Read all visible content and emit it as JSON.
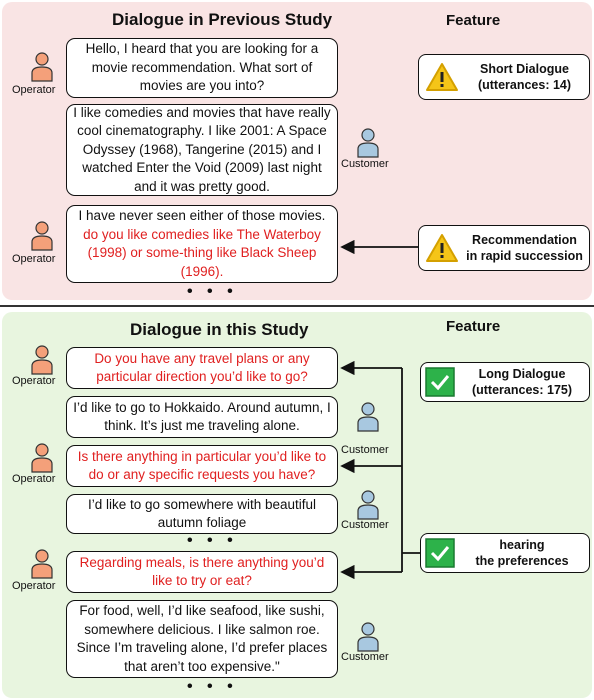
{
  "top": {
    "title": "Dialogue in Previous Study",
    "feature_title": "Feature",
    "bubbles": [
      {
        "text": "Hello, I heard that you are looking for a movie recommendation. What sort of movies are you into?"
      },
      {
        "text": "I like comedies and movies that have really cool cinematography. I like 2001: A Space Odyssey (1968), Tangerine (2015) and I watched Enter the Void (2009) last night and it was pretty good."
      },
      {
        "black": "I have never seen either of those movies.",
        "red": "do you like comedies like The Waterboy (1998) or some-thing like Black Sheep (1996)."
      }
    ],
    "features": [
      {
        "line1": "Short Dialogue",
        "line2": "(utterances: 14)",
        "icon": "warning-icon"
      },
      {
        "line1": "Recommendation",
        "line2": "in rapid succession",
        "icon": "warning-icon"
      }
    ],
    "dots": "• • •"
  },
  "bottom": {
    "title": "Dialogue in this Study",
    "feature_title": "Feature",
    "bubbles": [
      {
        "text": "Do you have any travel plans or any particular direction you’d like to go?"
      },
      {
        "text": "I’d like to go to Hokkaido. Around autumn, I think. It’s just me traveling alone."
      },
      {
        "text": "Is there anything in particular you’d like to do or any specific requests you have?"
      },
      {
        "text": "I’d like to go somewhere with beautiful autumn foliage"
      },
      {
        "text": "Regarding meals, is there anything you’d like to try or eat?"
      },
      {
        "text": "For food, well, I’d like seafood, like sushi, somewhere delicious. I like salmon roe. Since I’m traveling alone, I’d prefer places that aren’t too expensive.\""
      }
    ],
    "features": [
      {
        "line1": "Long Dialogue",
        "line2": "(utterances: 175)",
        "icon": "checkmark-icon"
      },
      {
        "line1": "hearing",
        "line2": "the preferences",
        "icon": "checkmark-icon"
      }
    ],
    "dots": "• • •"
  },
  "labels": {
    "operator": "Operator",
    "customer": "Customer"
  },
  "colors": {
    "operator": "#f4a07a",
    "customer": "#a8c8e0",
    "warning": "#f5c518",
    "check": "#2db24a",
    "red_text": "#e02020"
  }
}
